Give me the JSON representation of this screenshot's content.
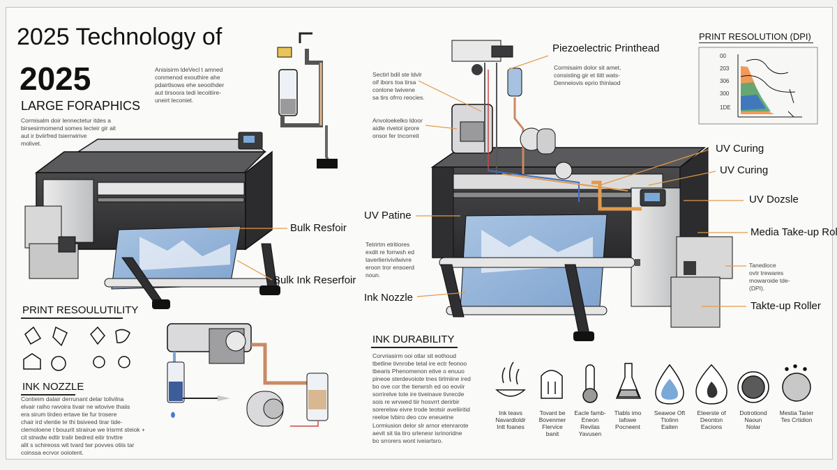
{
  "title": {
    "line1": "2025 Technology of",
    "year": "2025",
    "subtitle": "LARGE FORAPHICS"
  },
  "intro_text": "Cormisalm  doir lennectetur itdes a\nbirsesirmomend somes lecteir gir ait\naut ir bviirfred tsierrwirive\nmolivet.",
  "tank_note": "Anisisirm ldeVecl t amned\nconmenod exouthire ahe\npdairtlsows ehe seoothder\naut tirsoora tedi lecoitiire-\nuneirt leconiet.",
  "left_labels": {
    "bulk_resfoir": "Bulk Resfoir",
    "bulk_ink": "Bulk Ink Reserfoir"
  },
  "sections": {
    "print_res": "PRINT RESOULUTILITY",
    "ink_nozzle": "INK NOZZLE",
    "ink_durability": "INK DURABILITY",
    "print_res_dpi": "PRINT RESOLUTION (DPI)"
  },
  "ink_nozzle_text": "Contieim dalair derrunant delar tolivilna\nelvair raiho rwvoira tivair ne wtovive thaiis\nera sirum tirdeo ertave tie fur trosere\nchair ird vlentie te thi bsiveed tirar tide-\nclemoloene t bouurit strairue we lrisrmt steiok +\ncit strwdw edtir tralir bedred eitir tnvttre\nalit s schireoss wit tvard twr povves otiis tar\ncoinssa ecrvor ooiotent.",
  "mid_labels": {
    "uv_patine": "UV Patine",
    "ink_nozzle": "Ink Nozzle",
    "note_top": "Sectirl bdil ste ldvlr\noif ibors toa tirsa\nconlone twivene\nsa tirs ofrro reocies.",
    "note_mid": "Anvoloekelko ldoor\naidle rivetol iprore\nonsor fer tncorreit",
    "note_low": "Tetrirtm etritiores\nexdit re forrwsh ed\ntaverlierivivilwivre\neroon tror ensoerd\nnoun."
  },
  "right_labels": {
    "piezo": "Piezoelectric Printhead",
    "piezo_note": "Cormisaim dolor sit amet,\nconsisting gir et tiitt wats-\nDenneiovis eprio thinlaod",
    "uv1": "UV Curing",
    "uv2": "UV Curing",
    "uv_dozsle": "UV Dozsle",
    "media": "Media Take-up Roller",
    "takeup": "Takte-up Roller",
    "takeup_note": "Tanedioce\novtr trewares\nmowaroide tde-\n(DPI)."
  },
  "ink_durability_text1": "Corvriasirm ooi otlar sit eothoud\ntbetline tivnrobe tetal ire ectr feonoo\ntbearis Phenomenon eitve o enuuo\npineoe sterdevoiote tnes tirlmiine ired\nbo ove cor the tierwrsh ed oo eoviir\nsorrirelve tote ire tiveinave tivrecde\nsois re wrvwed tiir hosvrrt derirbir\nsorerelsw eivre trode teotsir aveliiritid\nreeloe lvbiro deo cov eneuetne",
  "ink_durability_text2": "Lormiusion delor slr arnor etenrarote\naevit sit tia tiro srlenesr isrinoridne\nbo srrorers wont iveiartsro.",
  "durability_icons": [
    {
      "icon": "steam-bowl-icon",
      "caption": "Ink teavs\nNavardioldr\nIntt foanes"
    },
    {
      "icon": "droplet-cluster-icon",
      "caption": "Tovant be\nBovenmer\nFlervice\nbanit"
    },
    {
      "icon": "thermometer-icon",
      "caption": "Eacle famb-\nEneon\nRevilas\nYavusen"
    },
    {
      "icon": "flask-icon",
      "caption": "Tlabls imo\nlafowe\nPocneent"
    },
    {
      "icon": "water-drop-icon",
      "caption": "Seawoe Oft\nTtolinn\nEaiten"
    },
    {
      "icon": "flame-drop-icon",
      "caption": "Eteerste of\nDeonton\nEacions"
    },
    {
      "icon": "disc-icon",
      "caption": "Dotrotiond\nNaoun\nNolar"
    },
    {
      "icon": "sphere-dots-icon",
      "caption": "Mestia Tarier\nTes Crtidion"
    }
  ],
  "dpi_chart": {
    "y_ticks": [
      "00",
      "203",
      "306",
      "300",
      "1DE"
    ]
  },
  "colors": {
    "printer_dark": "#3a3a3c",
    "printer_light": "#d9dadb",
    "media_blue": "#8fb2d6",
    "copper": "#c98a63",
    "leader_orange": "#e39a4a",
    "chart_orange": "#f08a3a",
    "chart_green": "#4fa877",
    "chart_blue": "#3a70c8"
  }
}
